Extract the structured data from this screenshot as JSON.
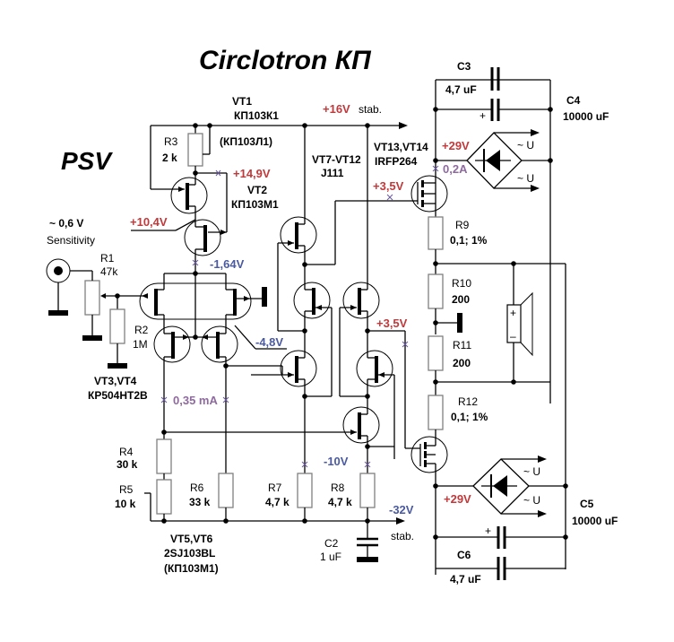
{
  "title": "Circlotron  КП",
  "author_tag": "PSV",
  "input": {
    "level": "~ 0,6 V",
    "caption": "Sensitivity"
  },
  "components": {
    "R1": {
      "name": "R1",
      "value": "47k"
    },
    "R2": {
      "name": "R2",
      "value": "1M"
    },
    "R3": {
      "name": "R3",
      "value": "2 k"
    },
    "R4": {
      "name": "R4",
      "value": "30 k"
    },
    "R5": {
      "name": "R5",
      "value": "10 k"
    },
    "R6": {
      "name": "R6",
      "value": "33 k"
    },
    "R7": {
      "name": "R7",
      "value": "4,7 k"
    },
    "R8": {
      "name": "R8",
      "value": "4,7 k"
    },
    "R9": {
      "name": "R9",
      "value": "0,1; 1%"
    },
    "R10": {
      "name": "R10",
      "value": "200"
    },
    "R11": {
      "name": "R11",
      "value": "200"
    },
    "R12": {
      "name": "R12",
      "value": "0,1; 1%"
    },
    "C2": {
      "name": "C2",
      "value": "1 uF"
    },
    "C3": {
      "name": "C3",
      "value": "4,7  uF"
    },
    "C4": {
      "name": "C4",
      "value": "10000 uF"
    },
    "C5": {
      "name": "C5",
      "value": "10000 uF"
    },
    "C6": {
      "name": "C6",
      "value": "4,7  uF"
    }
  },
  "transistors": {
    "VT1": {
      "name": "VT1",
      "part": "КП103К1",
      "alt": "(КП103Л1)"
    },
    "VT2": {
      "name": "VT2",
      "part": "КП103М1"
    },
    "VT3_4": {
      "name": "VT3,VT4",
      "part": "КР504НТ2В"
    },
    "VT5_6": {
      "name": "VT5,VT6",
      "part": "2SJ103BL",
      "alt": "(КП103М1)"
    },
    "VT7_12": {
      "name": "VT7-VT12",
      "part": "J111"
    },
    "VT13_14": {
      "name": "VT13,VT14",
      "part": "IRFP264"
    }
  },
  "annotations": {
    "supply_pos": "+16V",
    "supply_pos_suffix": "stab.",
    "supply_neg": "-32V",
    "supply_neg_suffix": "stab.",
    "v_14_9": "+14,9V",
    "v_10_4": "+10,4V",
    "v_1_64": "-1,64V",
    "v_4_8": "-4,8V",
    "v_10": "-10V",
    "v_3_5_top": "+3,5V",
    "v_3_5_mid": "+3,5V",
    "v_29_top": "+29V",
    "v_29_bot": "+29V",
    "i_0_2": "0,2A",
    "i_0_35": "0,35 mA",
    "ac_in": "~ U",
    "plus": "+",
    "minus": "–"
  },
  "colors": {
    "voltage_pos": "#c0393b",
    "voltage_neg": "#4a5aa0",
    "current": "#8e6a9e"
  }
}
